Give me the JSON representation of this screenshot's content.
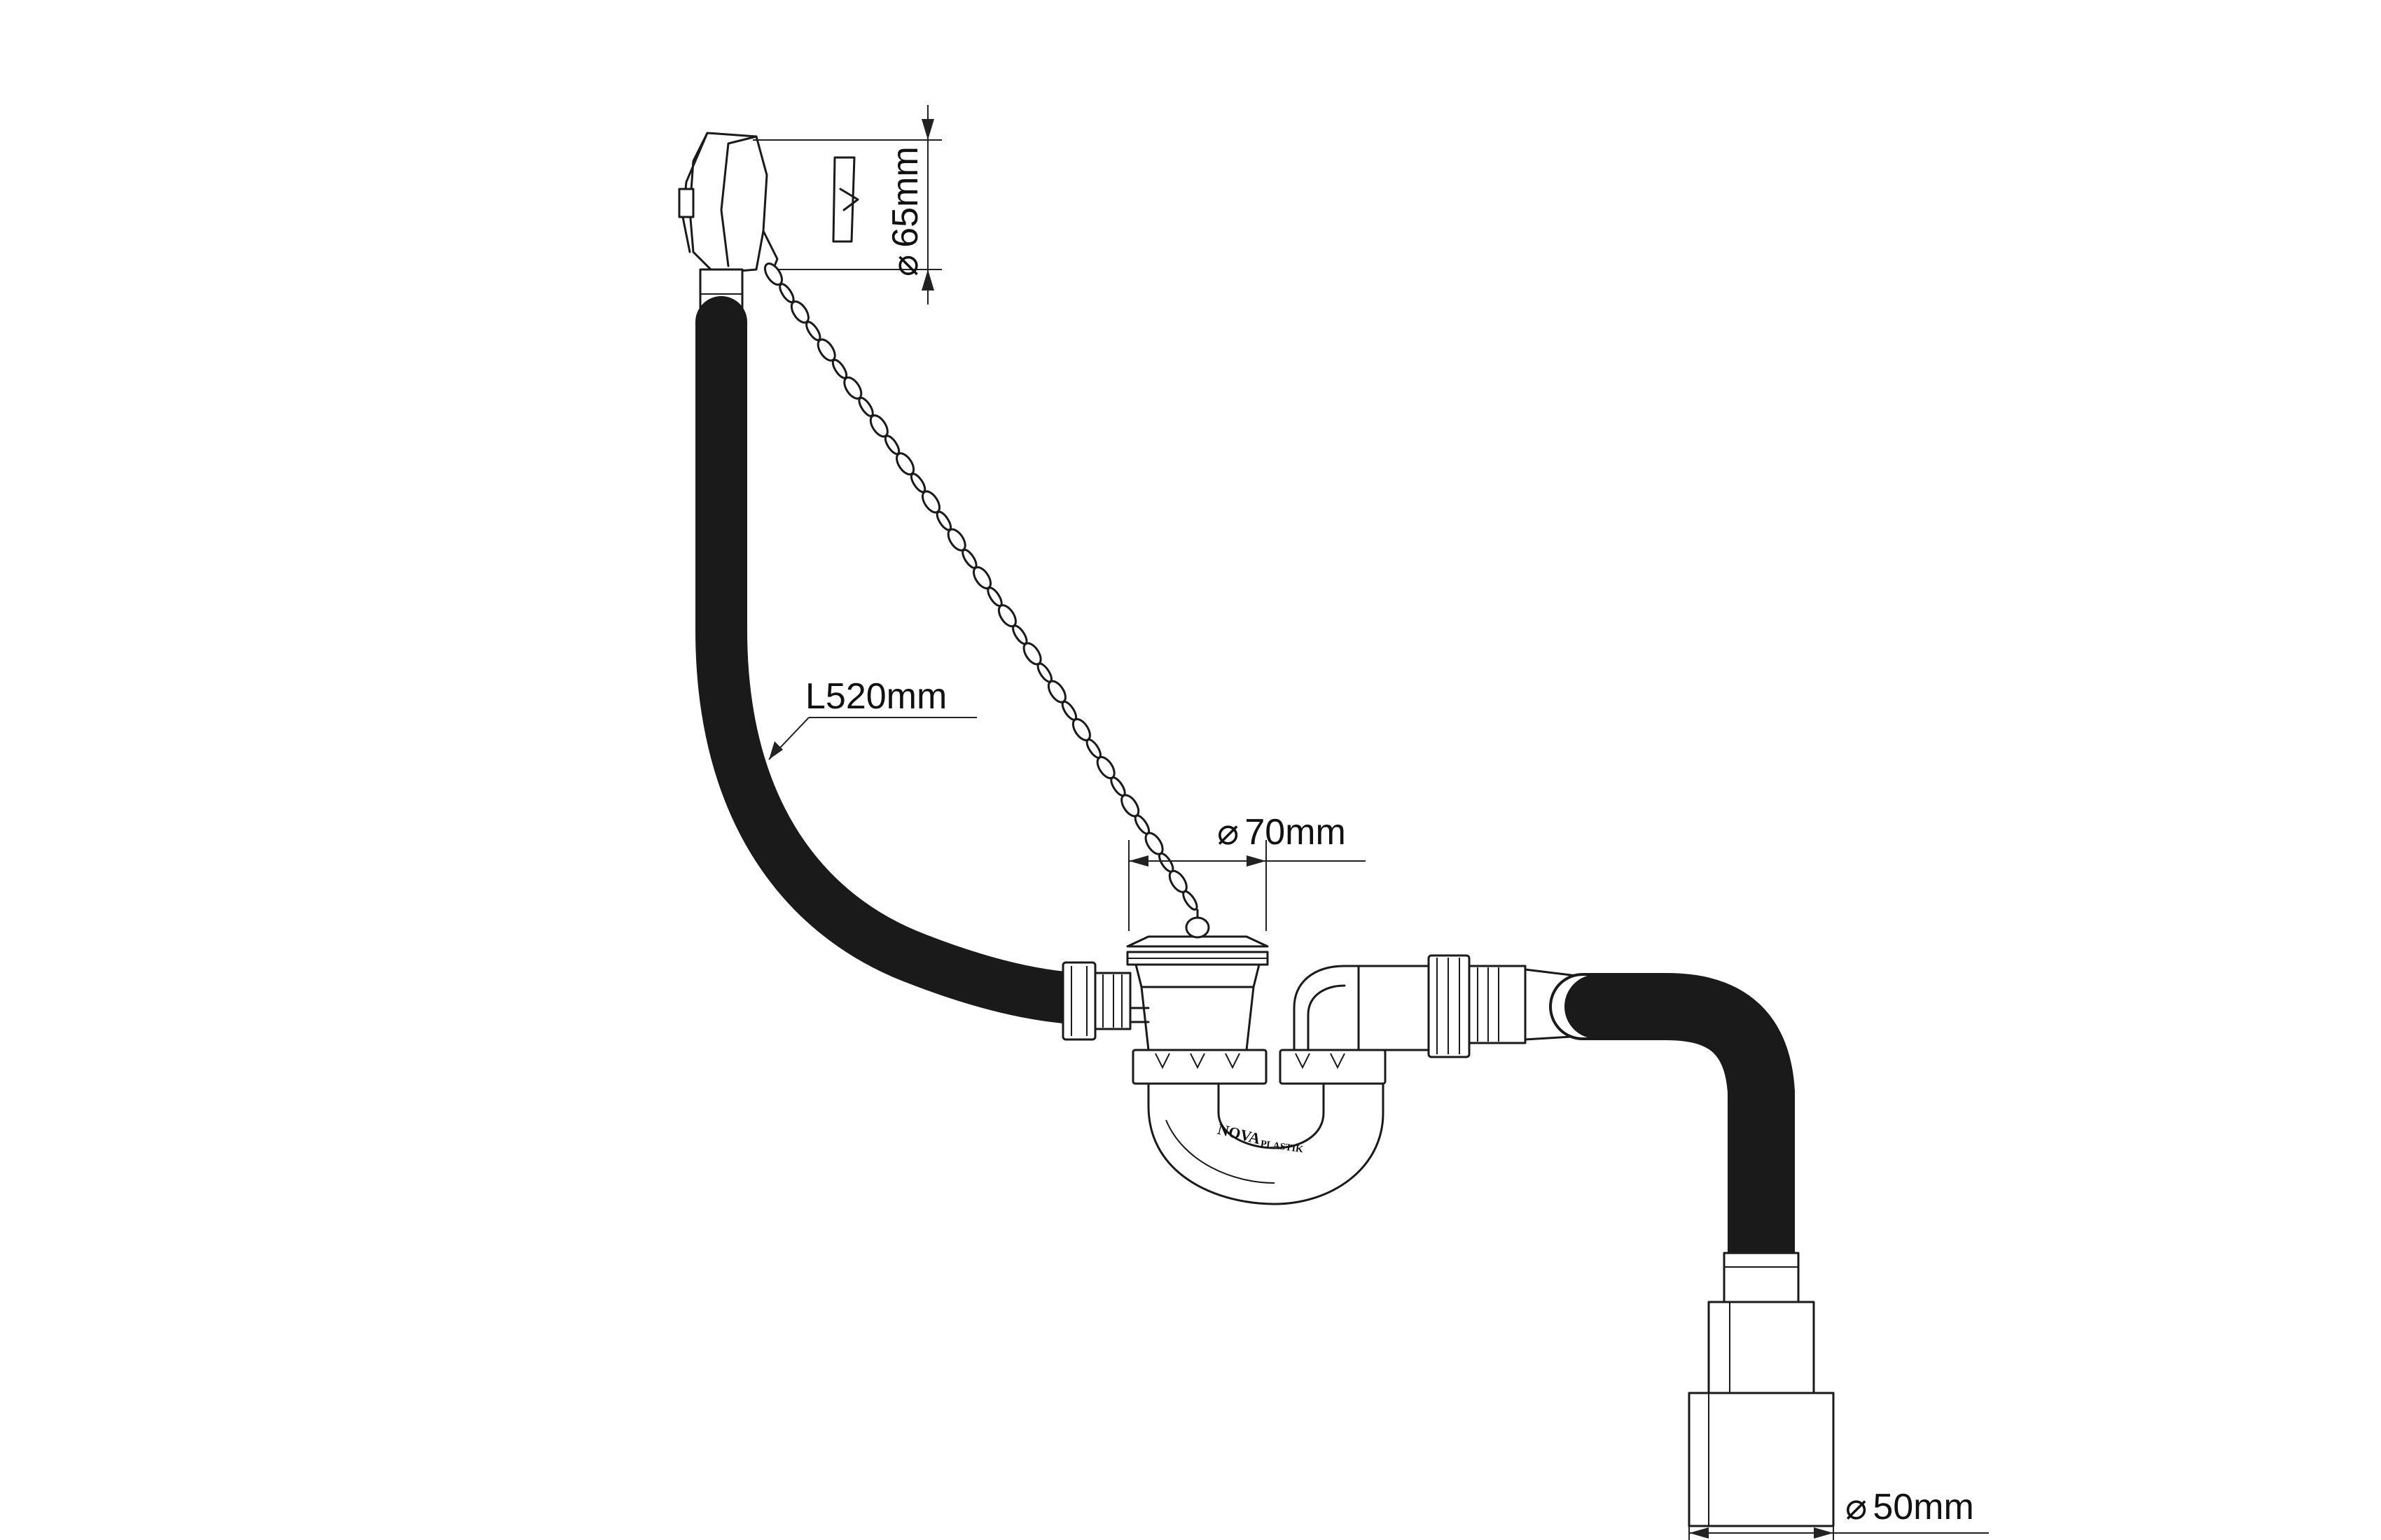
{
  "dimensions": {
    "overflow_diameter": "65mm",
    "hose_length": "L520mm",
    "waste_diameter": "70mm",
    "outlet_diameter": "50mm",
    "diameter_symbol": "⌀"
  },
  "logo": {
    "brand": "NOVA",
    "sub": "PLASTIK"
  },
  "colors": {
    "line": "#1a1a1a",
    "background": "#ffffff"
  }
}
